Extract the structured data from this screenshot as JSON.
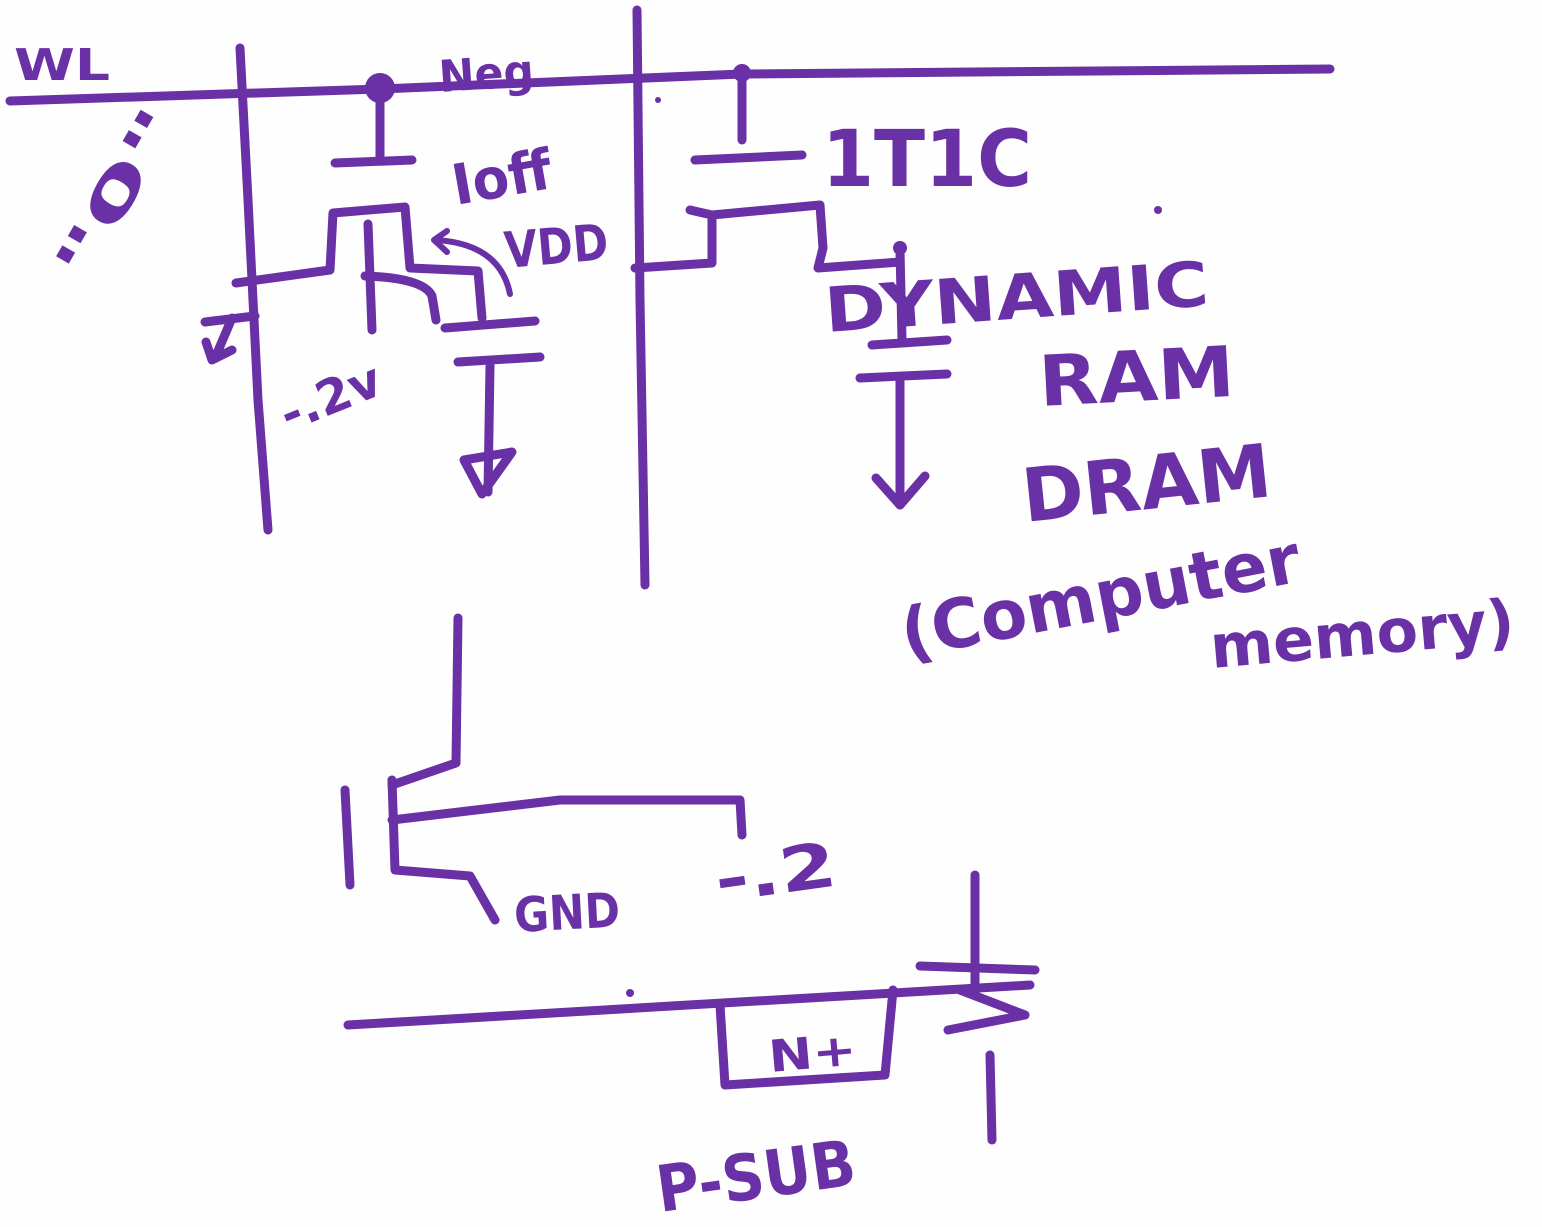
{
  "labels": {
    "wl": "WL",
    "neg": "Neg",
    "zero": "\"0\"",
    "ioff": "Ioff",
    "vdd": "VDD",
    "neg_02v": "-.2v",
    "one_t_one_c": "1T1C",
    "dynamic": "DYNAMIC",
    "ram": "RAM",
    "dram": "DRAM",
    "computer": "(Computer",
    "memory": "memory)",
    "gnd": "GND",
    "neg_02": "-.2",
    "n_plus": "N+",
    "p_sub": "P-SUB"
  },
  "colors": {
    "ink": "#6a30a6",
    "paper": "#fefefe"
  }
}
